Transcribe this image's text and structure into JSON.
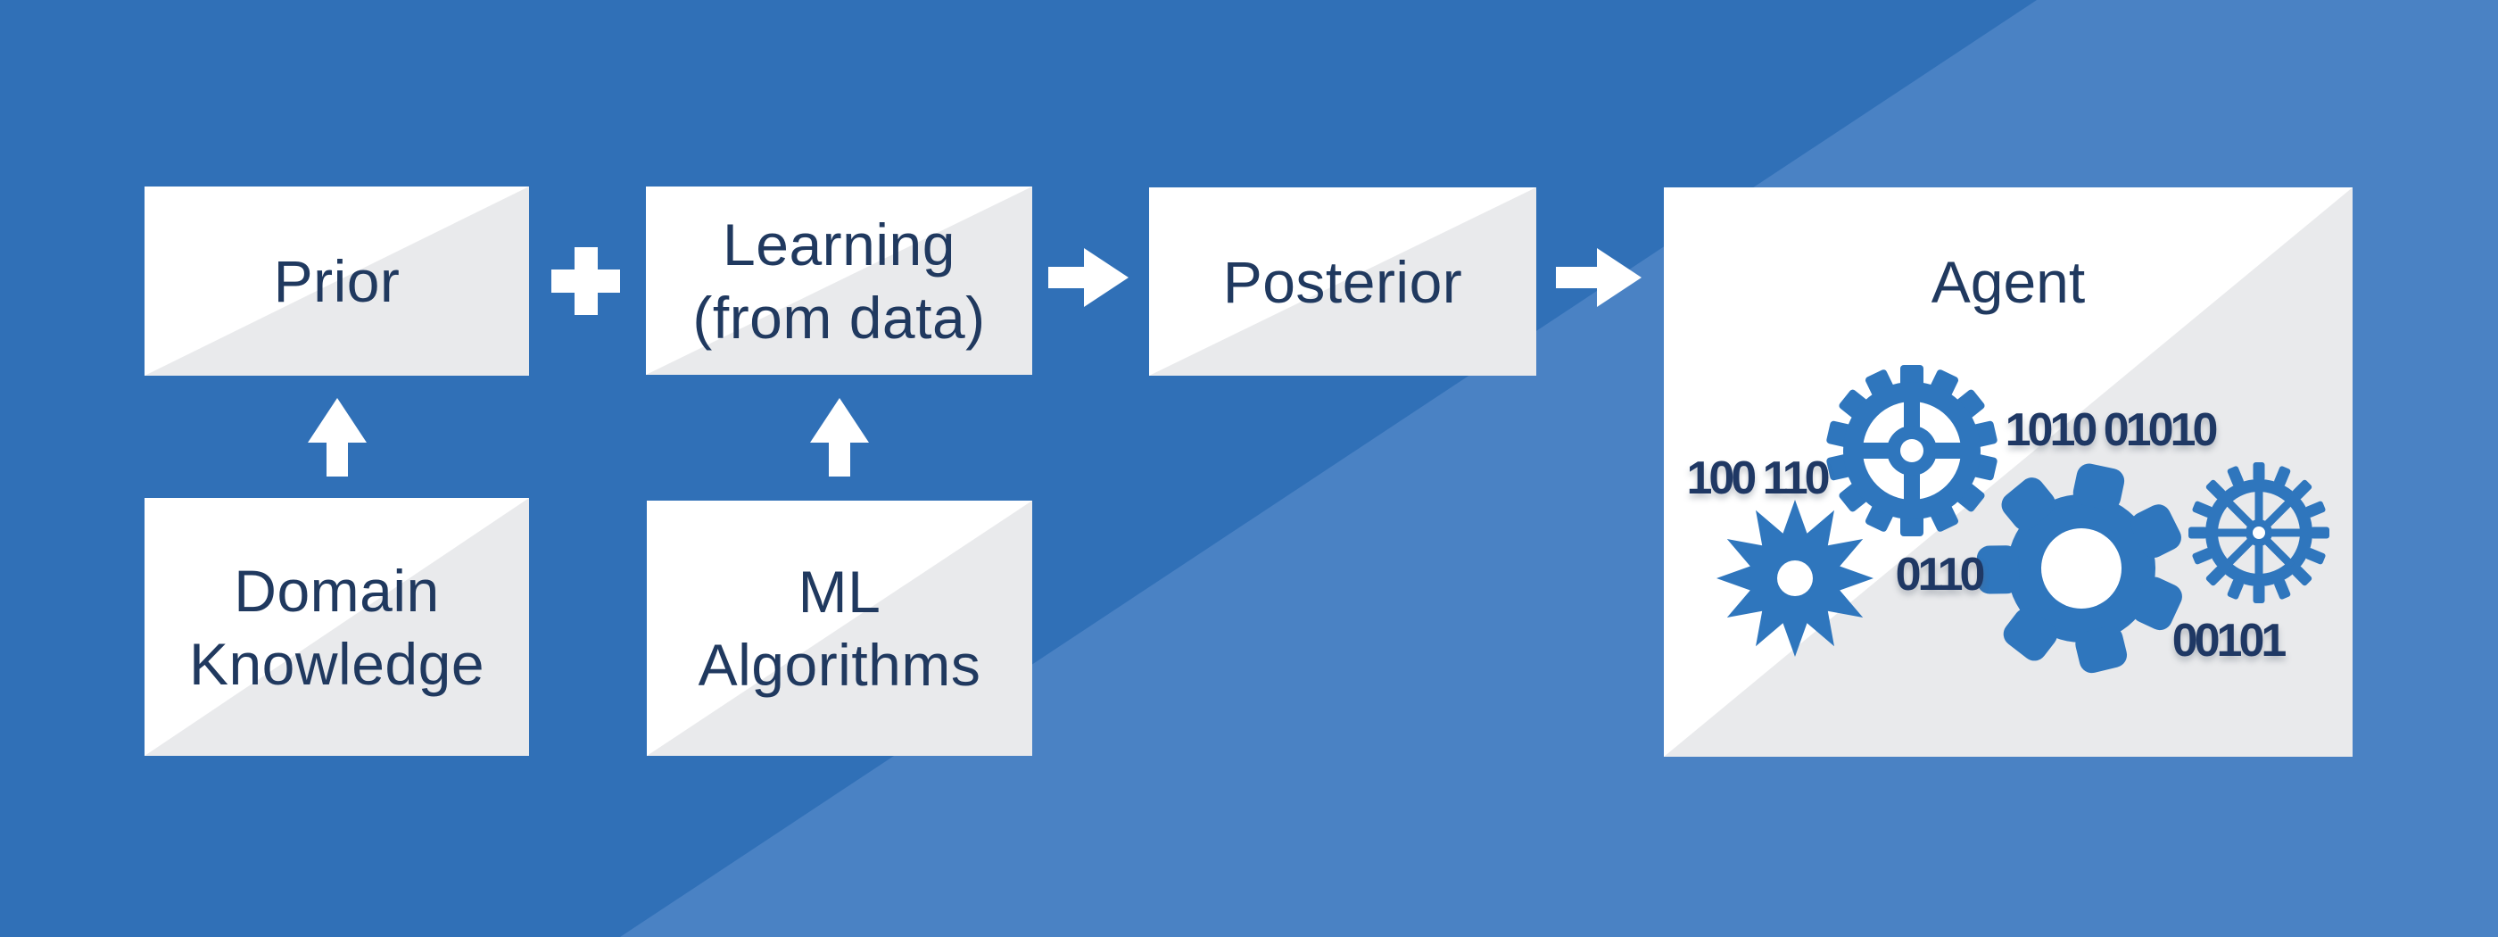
{
  "title": "Bayesian learning flow diagram",
  "colors": {
    "background_dark_blue": "#3070B7",
    "background_light_blue": "#4A82C4",
    "box_white": "#FFFFFF",
    "box_gray": "#E9EAEC",
    "label_navy": "#20395F",
    "binary_navy": "#1F3864",
    "gear_blue": "#2F76BD",
    "connector_white": "#FFFFFF"
  },
  "boxes": {
    "prior": {
      "label": "Prior"
    },
    "learning": {
      "lines": [
        "Learning",
        "(from data)"
      ]
    },
    "posterior": {
      "label": "Posterior"
    },
    "agent": {
      "label": "Agent"
    },
    "domain": {
      "lines": [
        "Domain",
        "Knowledge"
      ]
    },
    "ml": {
      "lines": [
        "ML",
        "Algorithms"
      ]
    }
  },
  "connectors": {
    "plus_between": "Prior + Learning",
    "arrow1": "Learning to Posterior",
    "arrow2": "Posterior to Agent",
    "arrow3": "Domain Knowledge up to Prior",
    "arrow4": "ML Algorithms up to Learning"
  },
  "agent_binary": {
    "left": "100 110",
    "top_right": "1010 01010",
    "middle": "0110",
    "bottom_right": "00101"
  },
  "agent_icons": [
    "crosshair-gear",
    "spiky-gear",
    "large-gear",
    "wheel-gear"
  ]
}
